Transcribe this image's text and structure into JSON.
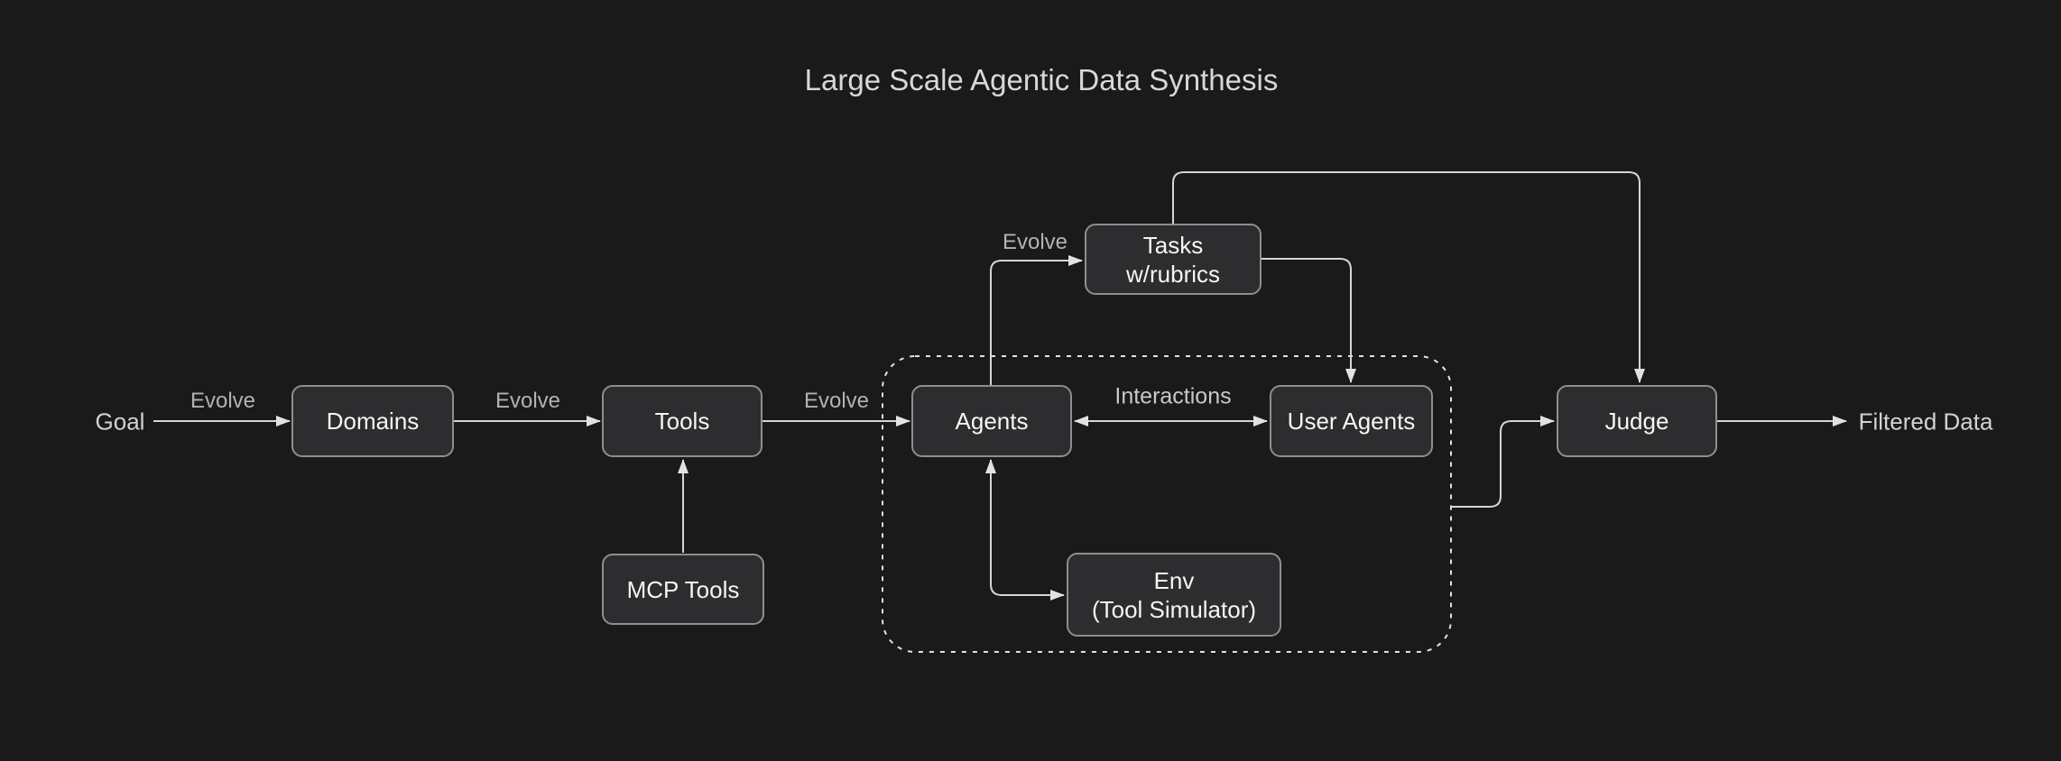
{
  "title": "Large Scale Agentic Data Synthesis",
  "endpoints": {
    "start": "Goal",
    "end": "Filtered Data"
  },
  "nodes": {
    "domains": {
      "label": "Domains"
    },
    "tools": {
      "label": "Tools"
    },
    "mcp_tools": {
      "label": "MCP Tools"
    },
    "agents": {
      "label": "Agents"
    },
    "user_agents": {
      "label": "User Agents"
    },
    "tasks": {
      "line1": "Tasks",
      "line2": "w/rubrics"
    },
    "env": {
      "line1": "Env",
      "line2": "(Tool Simulator)"
    },
    "judge": {
      "label": "Judge"
    }
  },
  "edge_labels": {
    "evolve_goal_domains": "Evolve",
    "evolve_domains_tools": "Evolve",
    "evolve_tools_agents": "Evolve",
    "evolve_agents_tasks": "Evolve",
    "interactions": "Interactions"
  },
  "container": {
    "style": "dashed-rounded-rect",
    "members": [
      "Agents",
      "User Agents",
      "Env (Tool Simulator)"
    ]
  },
  "connections": [
    {
      "from": "Goal",
      "to": "Domains",
      "label": "Evolve",
      "arrows": "forward"
    },
    {
      "from": "Domains",
      "to": "Tools",
      "label": "Evolve",
      "arrows": "forward"
    },
    {
      "from": "Tools",
      "to": "Agents",
      "label": "Evolve",
      "arrows": "forward"
    },
    {
      "from": "MCP Tools",
      "to": "Tools",
      "label": "",
      "arrows": "forward"
    },
    {
      "from": "Agents",
      "to": "Tasks w/rubrics",
      "label": "Evolve",
      "arrows": "forward"
    },
    {
      "from": "Tasks w/rubrics",
      "to": "User Agents",
      "label": "",
      "arrows": "forward"
    },
    {
      "from": "Tasks w/rubrics",
      "to": "Judge",
      "label": "",
      "arrows": "forward"
    },
    {
      "from": "Agents",
      "to": "User Agents",
      "label": "Interactions",
      "arrows": "both"
    },
    {
      "from": "Agents",
      "to": "Env (Tool Simulator)",
      "label": "",
      "arrows": "both"
    },
    {
      "from": "dashed-container",
      "to": "Judge",
      "label": "",
      "arrows": "forward"
    },
    {
      "from": "Judge",
      "to": "Filtered Data",
      "label": "",
      "arrows": "forward"
    }
  ],
  "colors": {
    "background": "#1a1a1b",
    "node_fill": "#2d2d2f",
    "node_border": "#8f8f91",
    "node_text": "#f5f5f5",
    "edge_line": "#d6d6d6",
    "arrowhead": "#e2e2e2",
    "dashed_container": "#e2e2e2",
    "edge_label_text": "#b2b2b2",
    "title_text": "#d8d8d8"
  }
}
